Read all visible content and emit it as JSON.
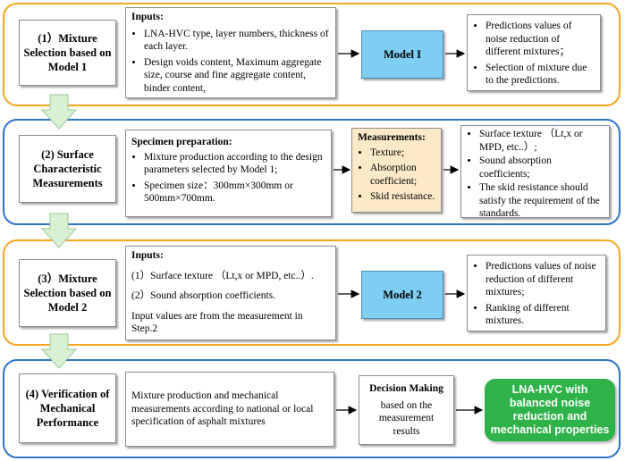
{
  "stage1": {
    "step": "(1）Mixture Selection based on Model 1",
    "inputs_title": "Inputs:",
    "inputs": [
      "LNA-HVC type, layer numbers, thickness of each layer.",
      "Design voids content, Maximum aggregate size, course and fine aggregate content, binder content,"
    ],
    "model": "Model I",
    "outputs": [
      "Predictions values of noise reduction of different mixtures；",
      "Selection of mixture due to the predictions."
    ]
  },
  "stage2": {
    "step": "(2) Surface Characteristic Measurements",
    "prep_title": "Specimen preparation:",
    "prep": [
      "Mixture production according to the design parameters selected by Model 1;",
      "Specimen size：300mm×300mm or 500mm×700mm."
    ],
    "meas_title": "Measurements:",
    "meas": [
      "Texture;",
      "Absorption coefficient;",
      "Skid resistance."
    ],
    "outputs": [
      "Surface texture （Lt,x or MPD, etc..）;",
      "Sound absorption coefficients;",
      "The skid resistance should satisfy the requirement of the standards."
    ]
  },
  "stage3": {
    "step": "(3）Mixture Selection based on Model 2",
    "inputs_title": "Inputs:",
    "inputs": [
      "(1）Surface texture （Lt,x or MPD, etc..）.",
      "(2）Sound absorption coefficients."
    ],
    "note": "Input values are from the measurement in Step.2",
    "model": "Model 2",
    "outputs": [
      "Predictions values of noise reduction of different mixtures;",
      "Ranking of different mixtures."
    ]
  },
  "stage4": {
    "step": "(4) Verification of Mechanical Performance",
    "desc": "Mixture production and mechanical measurements according to national or local specification of asphalt mixtures",
    "decision_title": "Decision Making",
    "decision_text": "based on the measurement results",
    "final": "LNA-HVC with balanced noise reduction and mechanical properties"
  },
  "colors": {
    "orange_band": "#f5a623",
    "blue_band": "#2e74c6",
    "model_fill": "#7dcef2",
    "measurements_fill": "#fbe9c8",
    "final_fill": "#2fb24a",
    "down_arrow_fill": "#d9f0d3"
  }
}
